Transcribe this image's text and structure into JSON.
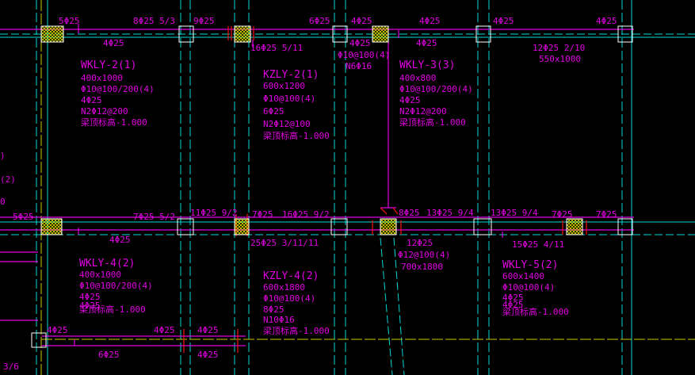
{
  "colors": {
    "background": "#000000",
    "beam_line": "#e100e1",
    "beam_text": "#e100e1",
    "axis_line": "#00d8d8",
    "column_box": "#ffffff",
    "hatch": "#d8d800",
    "rebar_red": "#e01010",
    "edge_yellow": "#c8c800"
  },
  "top_annotations": [
    {
      "id": "t1",
      "text": "5Φ25"
    },
    {
      "id": "t2",
      "text": "8Φ25 5/3"
    },
    {
      "id": "t3",
      "text": "9Φ25"
    },
    {
      "id": "t4",
      "text": "6Φ25"
    },
    {
      "id": "t5",
      "text": "4Φ25"
    },
    {
      "id": "t6",
      "text": "4Φ25"
    },
    {
      "id": "t7",
      "text": "4Φ25"
    },
    {
      "id": "t8",
      "text": "4Φ25"
    },
    {
      "id": "t9",
      "text": "4Φ25"
    },
    {
      "id": "t10",
      "text": "16Φ25 5/11"
    },
    {
      "id": "t11",
      "text": "4Φ25"
    },
    {
      "id": "t12",
      "text": "4Φ25"
    },
    {
      "id": "t13",
      "text": "Φ10@100(4)"
    },
    {
      "id": "t14",
      "text": "N6Φ16"
    },
    {
      "id": "t15",
      "text": "12Φ25 2/10"
    },
    {
      "id": "t16",
      "text": "550x1000"
    }
  ],
  "mid_annotations": [
    {
      "id": "m1",
      "text": "5Φ25"
    },
    {
      "id": "m2",
      "text": "7Φ25 5/2"
    },
    {
      "id": "m3",
      "text": "11Φ25 9/2"
    },
    {
      "id": "m4",
      "text": "7Φ25"
    },
    {
      "id": "m5",
      "text": "16Φ25 9/2"
    },
    {
      "id": "m6",
      "text": "8Φ25"
    },
    {
      "id": "m7",
      "text": "13Φ25 9/4"
    },
    {
      "id": "m8",
      "text": "13Φ25 9/4"
    },
    {
      "id": "m9",
      "text": "7Φ25"
    },
    {
      "id": "m10",
      "text": "7Φ25"
    },
    {
      "id": "m11",
      "text": "4Φ25"
    },
    {
      "id": "m12",
      "text": "25Φ25 3/11/11"
    },
    {
      "id": "m13",
      "text": "12Φ25"
    },
    {
      "id": "m14",
      "text": "Φ12@100(4)"
    },
    {
      "id": "m15",
      "text": "700x1800"
    },
    {
      "id": "m16",
      "text": "15Φ25 4/11"
    }
  ],
  "bottom_annotations": [
    {
      "id": "b1",
      "text": "4Φ25"
    },
    {
      "id": "b2",
      "text": "4Φ25"
    },
    {
      "id": "b3",
      "text": "4Φ25"
    },
    {
      "id": "b4",
      "text": "6Φ25"
    },
    {
      "id": "b5",
      "text": "4Φ25"
    },
    {
      "id": "b6",
      "text": "3/6"
    }
  ],
  "left_edge_fragments": [
    {
      "id": "l1",
      "text": ")"
    },
    {
      "id": "l2",
      "text": "(2)"
    },
    {
      "id": "l3",
      "text": "0"
    }
  ],
  "beam_labels": [
    {
      "id": "wkly-2",
      "lines": [
        "WKLY-2(1)",
        "400x1000",
        "Φ10@100/200(4)",
        "4Φ25",
        "N2Φ12@200",
        "梁顶标高-1.000"
      ]
    },
    {
      "id": "kzly-2",
      "lines": [
        "KZLY-2(1)",
        "600x1200",
        "Φ10@100(4)",
        "6Φ25",
        "N2Φ12@100",
        "梁顶标高-1.000"
      ]
    },
    {
      "id": "wkly-3",
      "lines": [
        "WKLY-3(3)",
        "400x800",
        "Φ10@100/200(4)",
        "4Φ25",
        "N2Φ12@200",
        "梁顶标高-1.000"
      ]
    },
    {
      "id": "wkly-4",
      "lines": [
        "WKLY-4(2)",
        "400x1000",
        "Φ10@100/200(4)",
        "4Φ25",
        "4Φ25",
        "梁顶标高-1.000"
      ]
    },
    {
      "id": "kzly-4",
      "lines": [
        "KZLY-4(2)",
        "600x1800",
        "Φ10@100(4)",
        "8Φ25",
        "N10Φ16",
        "梁顶标高-1.000"
      ]
    },
    {
      "id": "wkly-5",
      "lines": [
        "WKLY-5(2)",
        "600x1400",
        "Φ10@100(4)",
        "4Φ25",
        "4Φ25",
        "梁顶标高-1.000"
      ]
    }
  ]
}
